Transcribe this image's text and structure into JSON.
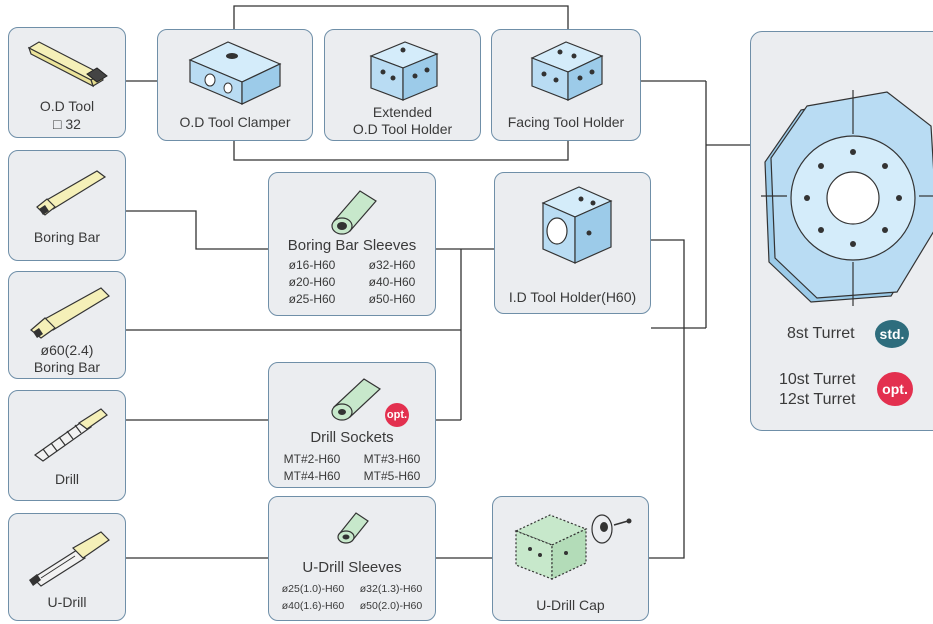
{
  "colors": {
    "box_fill": "#ebedf0",
    "box_border": "#6f8fa8",
    "connector": "#333333",
    "part_blue": "#b9dcf3",
    "part_green": "#c7e8cb",
    "std_badge": "#2e6d7d",
    "opt_badge": "#e3304f"
  },
  "tools": {
    "od_tool": {
      "line1": "O.D Tool",
      "line2": "□ 32"
    },
    "boring_bar": {
      "label": "Boring Bar"
    },
    "boring_bar_60": {
      "line1": "ø60(2.4)",
      "line2": "Boring Bar"
    },
    "drill": {
      "label": "Drill"
    },
    "u_drill": {
      "label": "U-Drill"
    }
  },
  "holders": {
    "od_tool_clamper": {
      "label": "O.D Tool Clamper"
    },
    "extended_od": {
      "line1": "Extended",
      "line2": "O.D Tool Holder"
    },
    "facing": {
      "label": "Facing Tool Holder"
    },
    "boring_sleeves": {
      "title": "Boring Bar Sleeves",
      "specs": [
        "ø16-H60",
        "ø32-H60",
        "ø20-H60",
        "ø40-H60",
        "ø25-H60",
        "ø50-H60"
      ]
    },
    "id_holder": {
      "label": "I.D Tool Holder(H60)"
    },
    "drill_sockets": {
      "title": "Drill Sockets",
      "badge": "opt.",
      "specs": [
        "MT#2-H60",
        "MT#3-H60",
        "MT#4-H60",
        "MT#5-H60"
      ]
    },
    "udrill_sleeves": {
      "title": "U-Drill Sleeves",
      "specs": [
        "ø25(1.0)-H60",
        "ø32(1.3)-H60",
        "ø40(1.6)-H60",
        "ø50(2.0)-H60"
      ]
    },
    "udrill_cap": {
      "label": "U-Drill Cap"
    }
  },
  "turret": {
    "std_label": "8st Turret",
    "std_badge": "std.",
    "opt_line1": "10st Turret",
    "opt_line2": "12st Turret",
    "opt_badge": "opt."
  }
}
